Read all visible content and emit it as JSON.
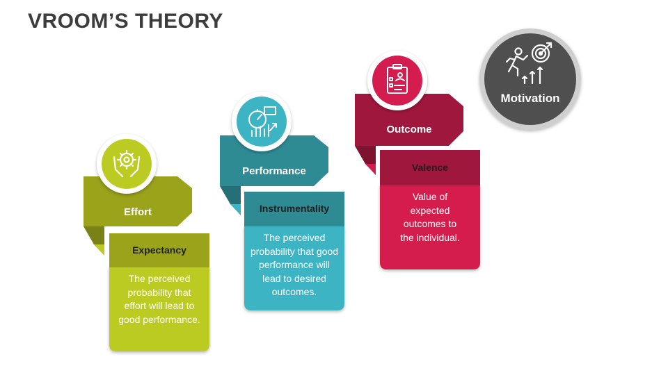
{
  "title": "VROOM’S THEORY",
  "steps": [
    {
      "label": "Effort",
      "sublabel": "Expectancy",
      "description": "The perceived probability that effort will lead to good performance.",
      "icon": "gear-hands-icon",
      "colors": {
        "arrow": "#9aa31a",
        "dark": "#7a8217",
        "sub": "#9aa31a",
        "box": "#bccb22",
        "circle": "#bccb22"
      }
    },
    {
      "label": "Performance",
      "sublabel": "Instrumentality",
      "description": "The perceived probability that good performance will lead to desired outcomes.",
      "icon": "gauge-chart-icon",
      "colors": {
        "arrow": "#2e8b94",
        "dark": "#256f76",
        "sub": "#2e8b94",
        "box": "#3db4c3",
        "circle": "#3db4c3"
      }
    },
    {
      "label": "Outcome",
      "sublabel": "Valence",
      "description": "Value of expected outcomes to the individual.",
      "icon": "clipboard-checklist-icon",
      "colors": {
        "arrow": "#a0173e",
        "dark": "#7e1231",
        "sub": "#a0173e",
        "box": "#d41c4e",
        "circle": "#d41c4e"
      }
    }
  ],
  "motivation": {
    "label": "Motivation",
    "icon": "runner-target-icon",
    "colors": {
      "fill": "#4f4f4f",
      "ring": "#cfcfcf"
    }
  }
}
